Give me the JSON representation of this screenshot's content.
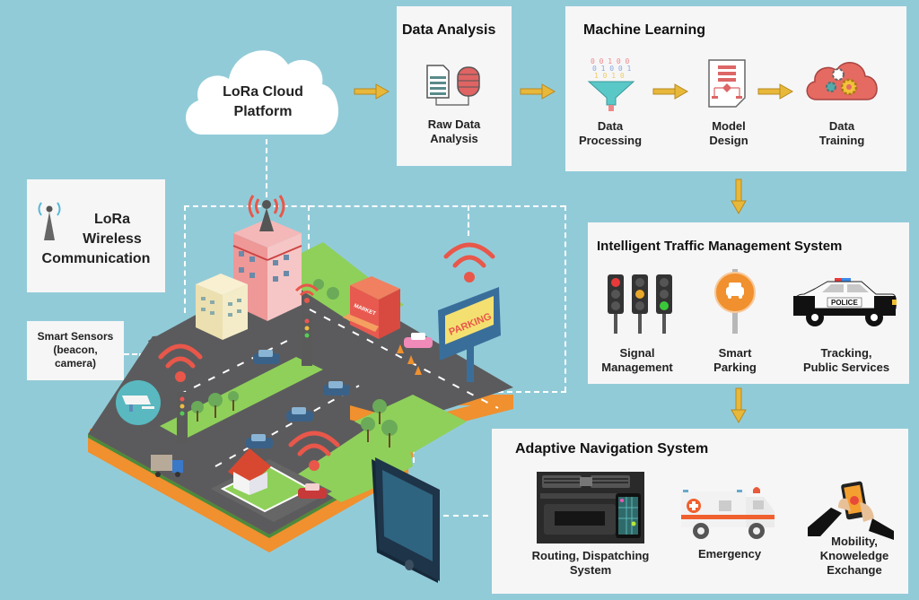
{
  "cloud": {
    "title": "LoRa Cloud Platform",
    "line1": "LoRa Cloud",
    "line2": "Platform"
  },
  "data_analysis": {
    "title": "Data Analysis",
    "item": {
      "line1": "Raw Data",
      "line2": "Analysis",
      "icon": "document-database-icon"
    }
  },
  "machine_learning": {
    "title": "Machine Learning",
    "items": [
      {
        "line1": "Data",
        "line2": "Processing",
        "icon": "funnel-icon"
      },
      {
        "line1": "Model",
        "line2": "Design",
        "icon": "flowchart-document-icon"
      },
      {
        "line1": "Data",
        "line2": "Training",
        "icon": "cloud-gears-icon"
      }
    ]
  },
  "lora_wireless": {
    "line1": "LoRa",
    "line2": "Wireless",
    "line3": "Communication",
    "icon": "antenna-icon"
  },
  "smart_sensors": {
    "line1": "Smart Sensors",
    "line2": "(beacon,",
    "line3": "camera)"
  },
  "traffic": {
    "title": "Intelligent Traffic Management System",
    "items": [
      {
        "line1": "Signal",
        "line2": "Management",
        "icon": "traffic-lights-icon"
      },
      {
        "line1": "Smart",
        "line2": "Parking",
        "icon": "parking-sign-icon"
      },
      {
        "line1": "Tracking,",
        "line2": "Public Services",
        "icon": "police-car-icon",
        "badge": "POLICE"
      }
    ]
  },
  "navigation": {
    "title": "Adaptive Navigation System",
    "items": [
      {
        "line1": "Routing, Dispatching",
        "line2": "System",
        "icon": "car-dashboard-phone-icon"
      },
      {
        "line1": "Emergency",
        "icon": "ambulance-icon"
      },
      {
        "line1": "Mobility,",
        "line2": "Knoweledge",
        "line3": "Exchange",
        "icon": "hand-phone-icon"
      }
    ]
  },
  "city": {
    "market_sign": "MARKET",
    "parking_sign": "PARKING"
  },
  "colors": {
    "background": "#92cbd8",
    "panel": "#f6f6f7",
    "arrow": "#e8b83a",
    "wifi": "#e8574a",
    "road": "#5b5b5d",
    "grass": "#8fd05a",
    "soil": "#f0902e"
  }
}
